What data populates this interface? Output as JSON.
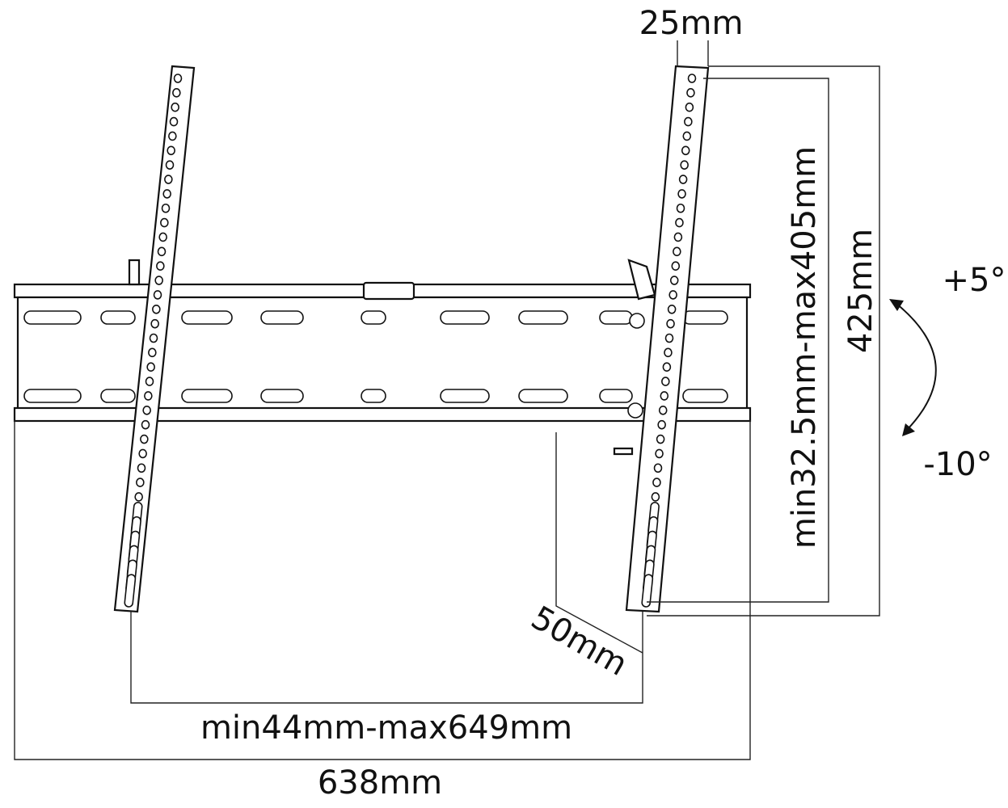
{
  "diagram": {
    "labels": {
      "hole_offset": "25mm",
      "vertical_range": "min32.5mm-max405mm",
      "bracket_height": "425mm",
      "tilt_up": "+5°",
      "tilt_down": "-10°",
      "wall_distance": "50mm",
      "horizontal_range": "min44mm-max649mm",
      "plate_width": "638mm"
    },
    "colors": {
      "line": "#111111",
      "background": "#ffffff"
    }
  }
}
